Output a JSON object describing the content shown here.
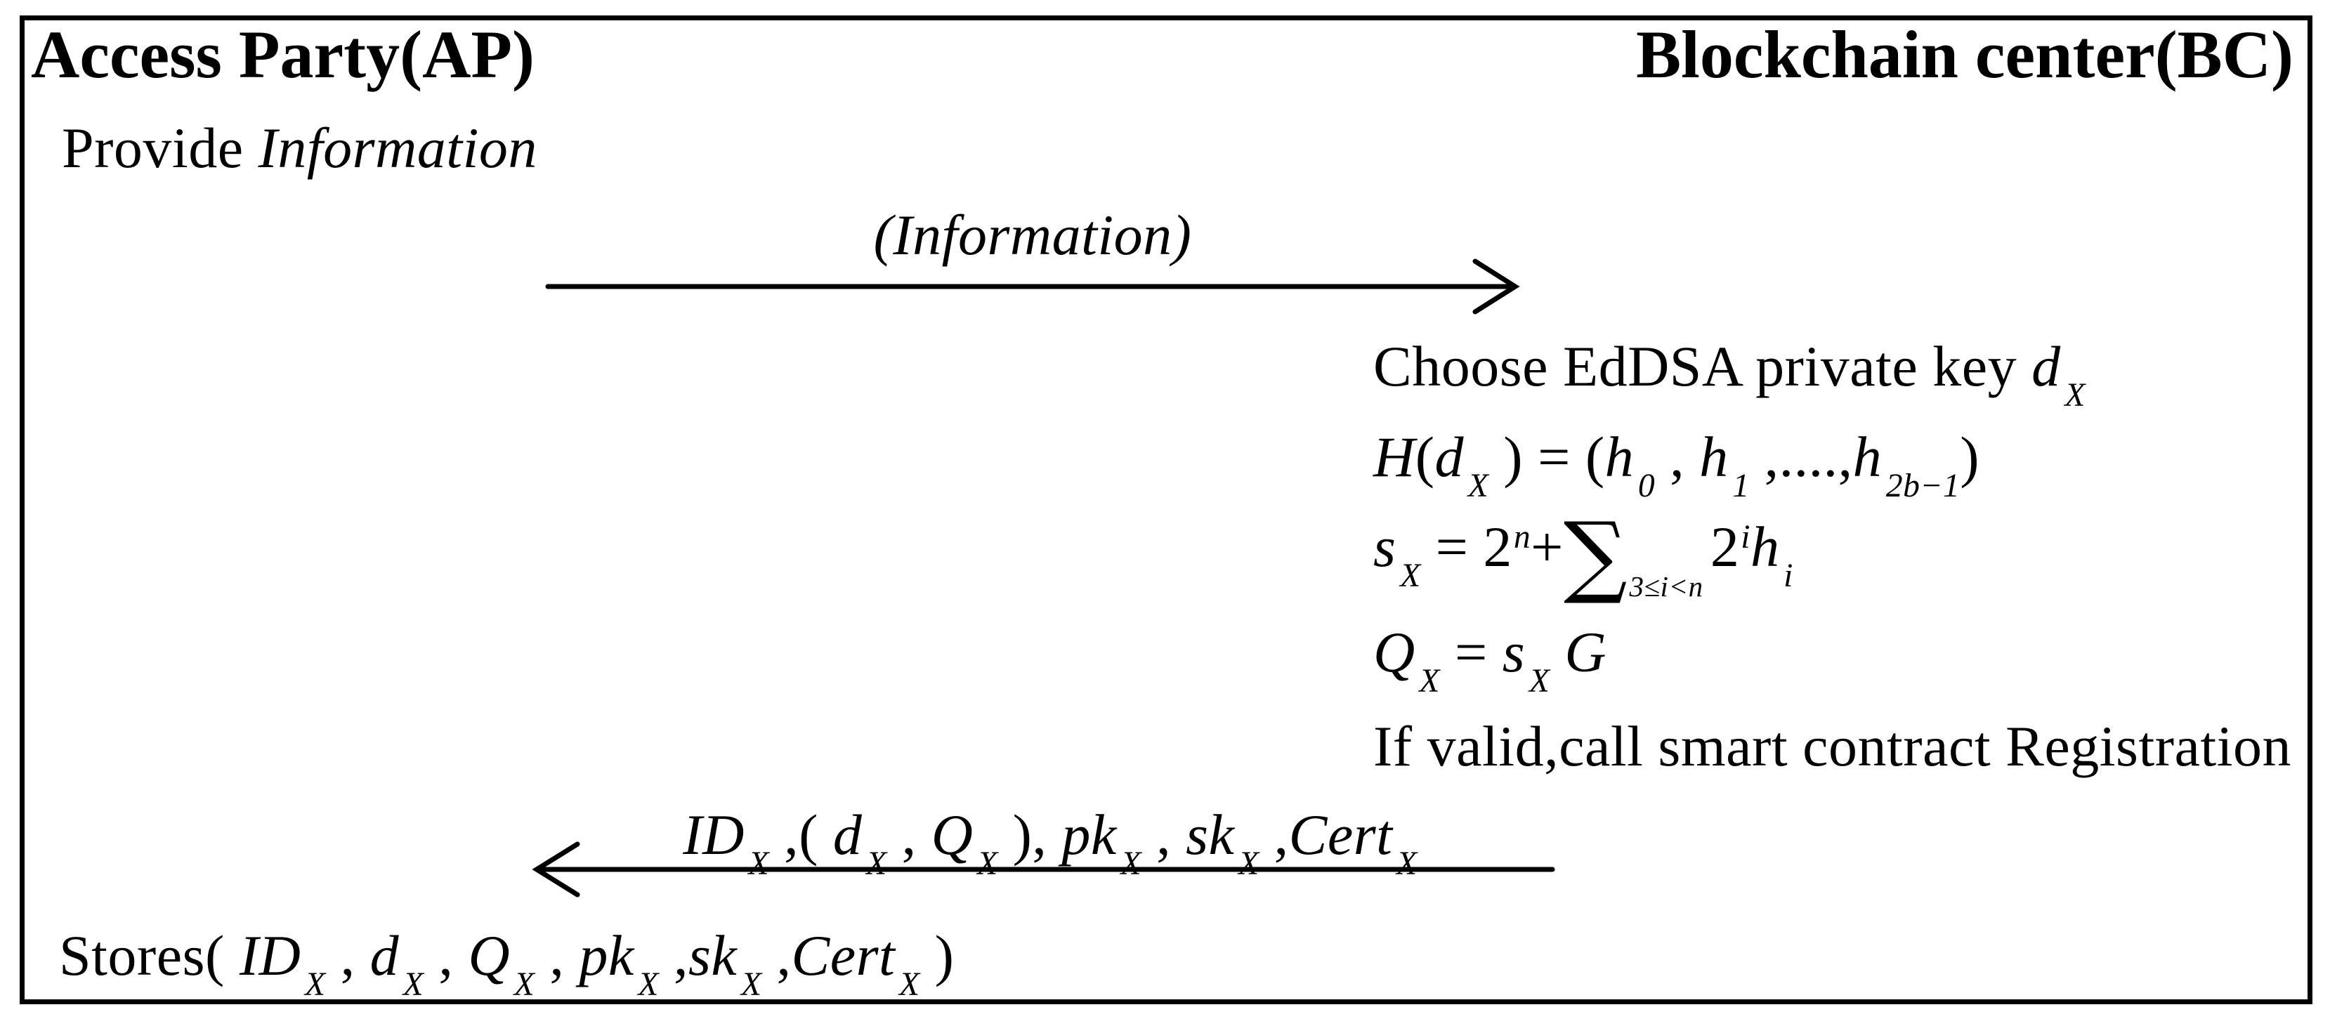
{
  "page": {
    "background": "#ffffff",
    "ink": "#000000"
  },
  "headers": {
    "left": "Access Party(AP)",
    "right": "Blockchain center(BC)"
  },
  "ap": {
    "provide_line": [
      [
        "n",
        "Provide "
      ],
      [
        "i",
        "Information"
      ]
    ],
    "stores_line": [
      [
        "n",
        "Stores( "
      ],
      [
        "i",
        "ID"
      ],
      [
        "sub",
        "X"
      ],
      [
        "n",
        " , "
      ],
      [
        "i",
        "d"
      ],
      [
        "sub",
        "X"
      ],
      [
        "n",
        " , "
      ],
      [
        "i",
        "Q"
      ],
      [
        "sub",
        "X"
      ],
      [
        "n",
        " , "
      ],
      [
        "i",
        "pk"
      ],
      [
        "sub",
        "X"
      ],
      [
        "n",
        " ,"
      ],
      [
        "i",
        "sk"
      ],
      [
        "sub",
        "X"
      ],
      [
        "n",
        " ,"
      ],
      [
        "i",
        "Cert"
      ],
      [
        "sub",
        "X"
      ],
      [
        "n",
        " )"
      ]
    ]
  },
  "messages": {
    "to_bc": {
      "direction": "right",
      "label": [
        [
          "i",
          "(Information)"
        ]
      ]
    },
    "to_ap": {
      "direction": "left",
      "label": [
        [
          "i",
          "ID"
        ],
        [
          "sub",
          "X"
        ],
        [
          "n",
          " ,( "
        ],
        [
          "i",
          "d"
        ],
        [
          "sub",
          "X"
        ],
        [
          "n",
          " , "
        ],
        [
          "i",
          "Q"
        ],
        [
          "sub",
          "X"
        ],
        [
          "n",
          " ), "
        ],
        [
          "i",
          "pk"
        ],
        [
          "sub",
          "X"
        ],
        [
          "n",
          " , "
        ],
        [
          "i",
          "sk"
        ],
        [
          "sub",
          "X"
        ],
        [
          "n",
          " ,"
        ],
        [
          "i",
          "Cert"
        ],
        [
          "sub",
          "X"
        ]
      ]
    }
  },
  "bc": {
    "steps": [
      {
        "tokens": [
          [
            "n",
            "Choose EdDSA private key "
          ],
          [
            "i",
            "d"
          ],
          [
            "sub",
            "X"
          ]
        ]
      },
      {
        "tokens": [
          [
            "i",
            "H"
          ],
          [
            "n",
            "("
          ],
          [
            "i",
            "d"
          ],
          [
            "sub",
            "X"
          ],
          [
            "n",
            " ) = ("
          ],
          [
            "i",
            "h"
          ],
          [
            "sub",
            "0"
          ],
          [
            "n",
            " , "
          ],
          [
            "i",
            "h"
          ],
          [
            "sub",
            "1"
          ],
          [
            "n",
            " ,....,"
          ],
          [
            "i",
            "h"
          ],
          [
            "sub",
            "2b−1"
          ],
          [
            "n",
            ")"
          ]
        ]
      },
      {
        "tokens": [
          [
            "i",
            "s"
          ],
          [
            "sub",
            "X"
          ],
          [
            "n",
            " = 2"
          ],
          [
            "sup",
            "n"
          ],
          [
            "n",
            "+"
          ],
          [
            "sum",
            "∑"
          ],
          [
            "lsub",
            "3≤i<n"
          ],
          [
            "n",
            "2"
          ],
          [
            "sup",
            "i"
          ],
          [
            "i",
            "h"
          ],
          [
            "sub",
            "i"
          ]
        ]
      },
      {
        "tokens": [
          [
            "i",
            "Q"
          ],
          [
            "sub",
            "X"
          ],
          [
            "n",
            " = "
          ],
          [
            "i",
            "s"
          ],
          [
            "sub",
            "X"
          ],
          [
            "n",
            " "
          ],
          [
            "i",
            "G"
          ]
        ]
      },
      {
        "tokens": [
          [
            "n",
            "If valid,call smart contract Registration"
          ]
        ]
      }
    ]
  }
}
